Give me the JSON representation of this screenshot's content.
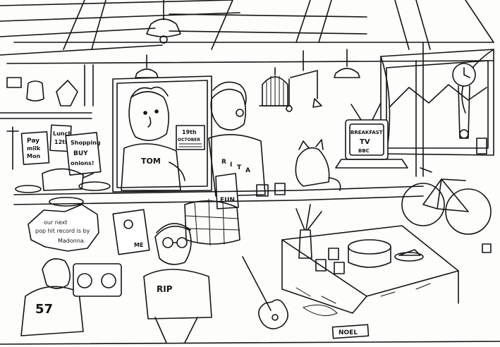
{
  "notes": {
    "pay": [
      "Pay",
      "milk",
      "Mon"
    ],
    "lunch": [
      "Lunch",
      "12th"
    ],
    "shopping": [
      "Shopping",
      "BUY",
      "onions!"
    ]
  },
  "calendar": {
    "date": "19th",
    "month": "OCTOBER"
  },
  "tom_label": "TOM",
  "rita_label": [
    "R",
    "I",
    "T",
    "A"
  ],
  "fun_label": "FUN",
  "tv": {
    "title": [
      "BREAKFAST",
      "TV"
    ],
    "logo": "BBC"
  },
  "speech": [
    "our next",
    "pop hit record is by",
    "Madonna."
  ],
  "poster_label": "ME",
  "shirt_number": "57",
  "cap_label": "RIP",
  "noel_sign": "NOEL"
}
